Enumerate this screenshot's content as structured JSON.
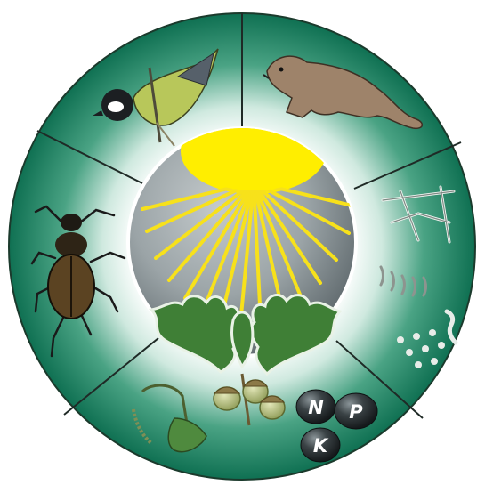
{
  "diagram": {
    "sectors": [
      {
        "id": "bird",
        "icon": "great-tit-bird-icon"
      },
      {
        "id": "mammal",
        "icon": "ferret-mammal-icon"
      },
      {
        "id": "microorganisms",
        "icon": "fungi-bacteria-icon"
      },
      {
        "id": "nutrients",
        "icon": "mineral-nutrients-icon"
      },
      {
        "id": "caterpillar",
        "icon": "caterpillar-on-leaf-icon"
      },
      {
        "id": "beetle",
        "icon": "ground-beetle-icon"
      }
    ],
    "center": {
      "icons": [
        "sun-icon",
        "oak-leaves-icon",
        "acorns-icon"
      ]
    },
    "nutrients": {
      "n": "N",
      "p": "P",
      "k": "K"
    }
  },
  "colors": {
    "ring_dark": "#157a59",
    "ring_light": "#ffffff",
    "center_grey": "#8f989b",
    "sun_yellow": "#ffea00",
    "leaf_green": "#3d7d34",
    "pebble": "#2f3538"
  }
}
